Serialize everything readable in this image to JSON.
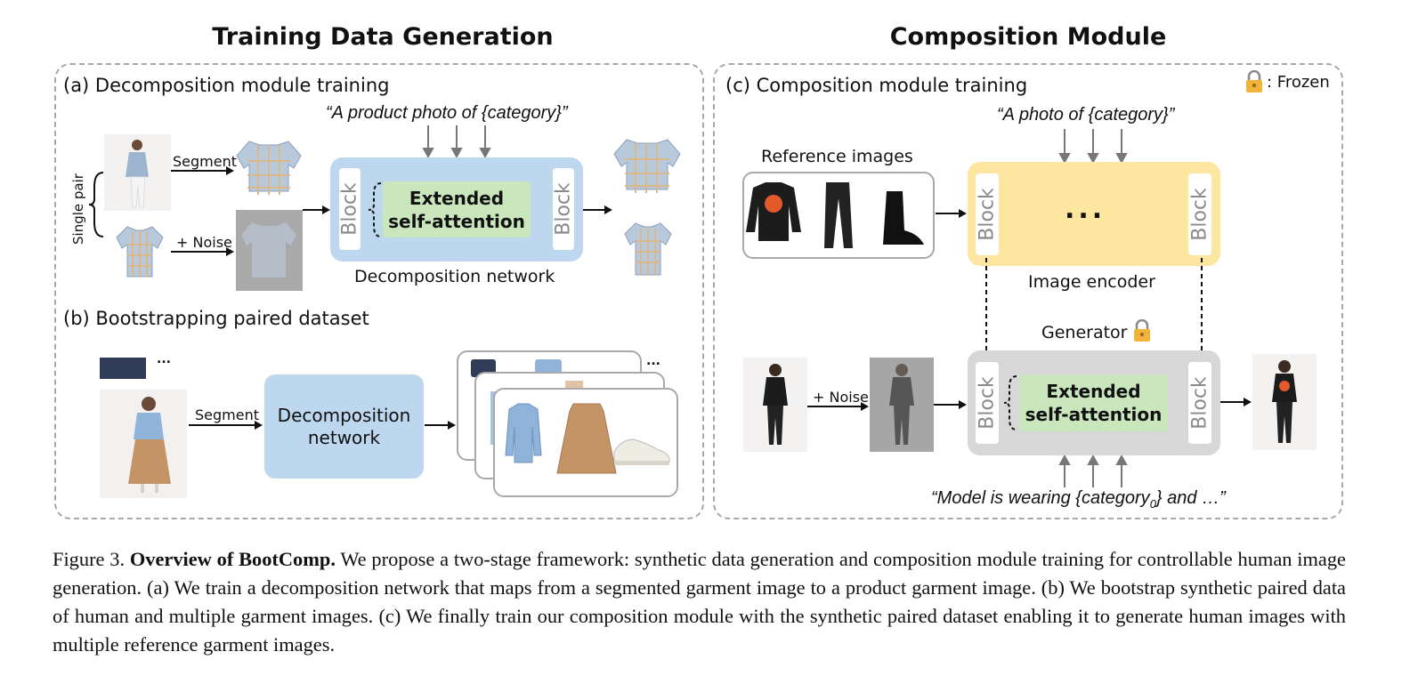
{
  "headers": {
    "left": "Training Data Generation",
    "right": "Composition Module"
  },
  "panel_a": {
    "title": "(a) Decomposition module training",
    "prompt": "“A product photo of {category}”",
    "single_pair": "Single pair",
    "segment": "Segment",
    "noise": "+ Noise",
    "block": "Block",
    "attn_line1": "Extended",
    "attn_line2": "self-attention",
    "network": "Decomposition network"
  },
  "panel_b": {
    "title": "(b) Bootstrapping paired dataset",
    "segment": "Segment",
    "net_line1": "Decomposition",
    "net_line2": "network",
    "dots": "..."
  },
  "panel_c": {
    "title": "(c) Composition module training",
    "frozen": ": Frozen",
    "prompt": "“A photo of {category}”",
    "reference": "Reference images",
    "block": "Block",
    "ellipsis": "...",
    "encoder": "Image encoder",
    "generator": "Generator",
    "noise": "+ Noise",
    "attn_line1": "Extended",
    "attn_line2": "self-attention",
    "bottom_prompt_pre": "“Model is wearing {category",
    "bottom_prompt_sub": "0",
    "bottom_prompt_post": "} and …”"
  },
  "colors": {
    "blue_net": "#bcd7ee",
    "yellow_encoder": "#fde6a0",
    "gray_generator": "#d7d7d7",
    "green_attention": "#c9e6bd",
    "lock": "#f2b33a"
  },
  "caption": {
    "fig": "Figure 3.",
    "bold": "Overview of BootComp.",
    "text": "We propose a two-stage framework: synthetic data generation and composition module training for controllable human image generation. (a) We train a decomposition network that maps from a segmented garment image to a product garment image. (b) We bootstrap synthetic paired data of human and multiple garment images. (c) We finally train our composition module with the synthetic paired dataset enabling it to generate human images with multiple reference garment images."
  }
}
